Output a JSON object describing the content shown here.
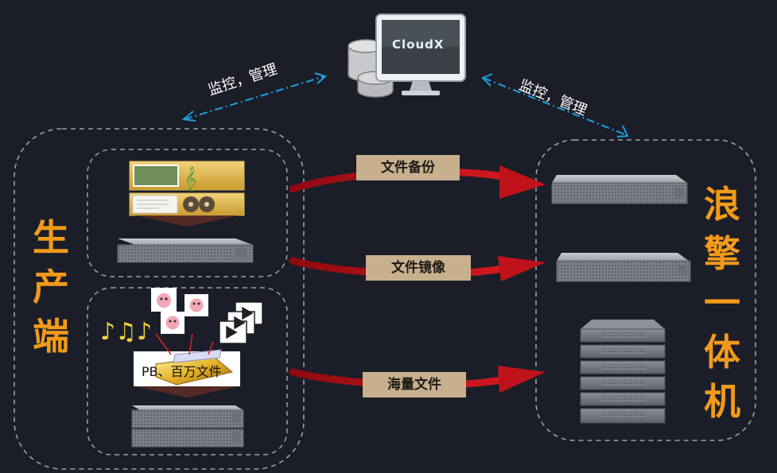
{
  "central": {
    "label": "CloudX",
    "monitor_left": "监控，管理",
    "monitor_right": "监控，管理"
  },
  "left_side": {
    "title_chars": [
      "生",
      "产",
      "端"
    ],
    "pb_label": "PB、百万文件"
  },
  "right_side": {
    "title_chars": [
      "浪",
      "擎",
      "一",
      "体",
      "机"
    ]
  },
  "flows": [
    {
      "label": "文件备份"
    },
    {
      "label": "文件镜像"
    },
    {
      "label": "海量文件"
    }
  ],
  "colors": {
    "background": "#1b1e28",
    "accent": "#f29a1b",
    "arrow": "#c0121a",
    "label_bg": "#c8b08e",
    "dashed_line": "#1ea0e0",
    "border": "#9aa0a8"
  },
  "icons": {
    "database": "database-icon",
    "monitor": "monitor-icon",
    "server": "rack-server-icon",
    "storage": "storage-array-icon",
    "music": "music-note-icon",
    "video": "film-icon",
    "photo": "photo-icon",
    "folder": "folder-icon"
  }
}
